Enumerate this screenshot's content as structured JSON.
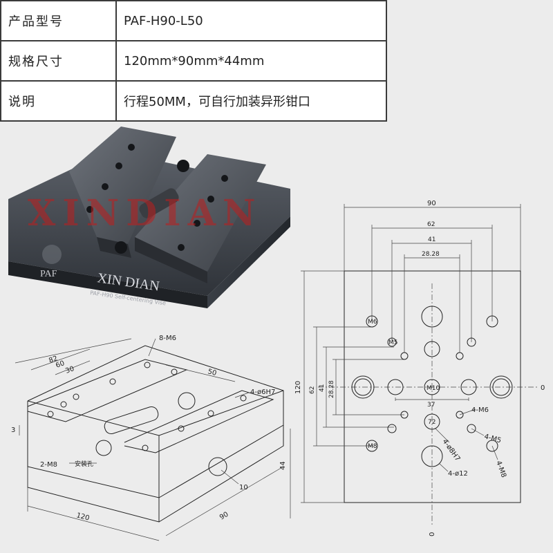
{
  "spec": {
    "rows": [
      {
        "label": "产品型号",
        "value": "PAF-H90-L50"
      },
      {
        "label": "规格尺寸",
        "value": "120mm*90mm*44mm"
      },
      {
        "label": "说明",
        "value": "行程50MM，可自行加装异形钳口"
      }
    ]
  },
  "photo": {
    "watermark": "XINDIAN",
    "brand_badge": "PAF",
    "engraving": "XIN DIAN",
    "engraving_sub": "PAF-H90 Self-centering Vise"
  },
  "iso_drawing": {
    "dims": {
      "d82": "82",
      "d60": "60",
      "d30": "30",
      "d8m6": "8-M6",
      "d50": "50",
      "d4phi6": "4-ø6H7",
      "d3": "3",
      "d2m8": "2-M8",
      "d2m8_note": "安装孔",
      "d10": "10",
      "d44": "44",
      "d120": "120",
      "d90": "90"
    }
  },
  "top_drawing": {
    "dims": {
      "d90": "90",
      "d62": "62",
      "d41": "41",
      "d2828": "28.28",
      "d120": "120",
      "d62v": "62",
      "d41v": "41",
      "d2828v": "28.28",
      "d37": "37",
      "dm10": "M10",
      "d72": "72",
      "d4m6": "4-M6",
      "d4m5": "4-M5",
      "d4phi8": "4-ø8H7",
      "d4m8": "4-M8",
      "d4phi12": "4-ø12",
      "zero_right": "0",
      "zero_bottom": "0",
      "m6": "M6",
      "m5": "M5",
      "m8": "M8"
    }
  }
}
